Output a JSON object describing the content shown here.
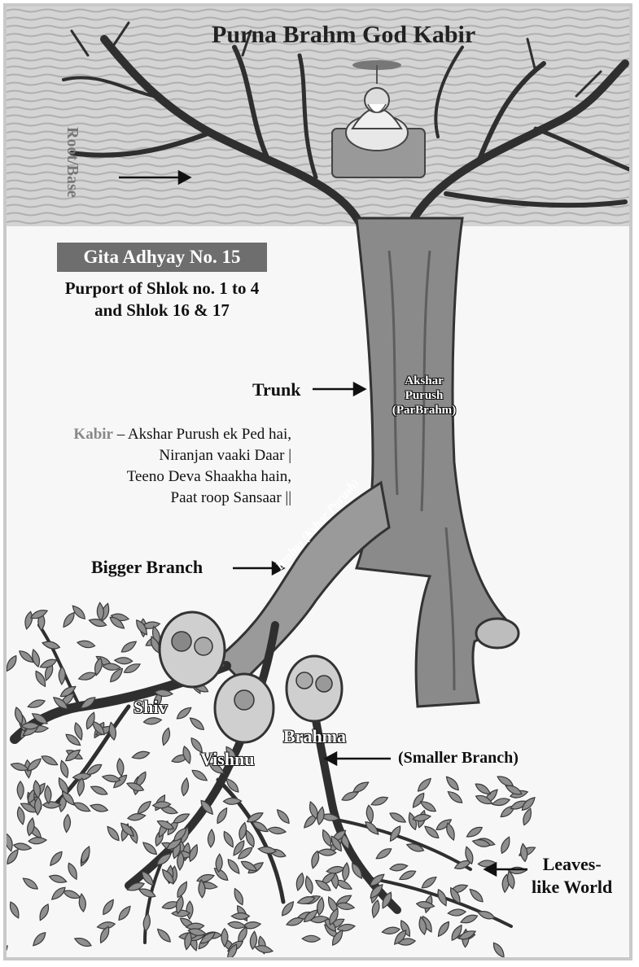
{
  "title": "Purna Brahm God Kabir",
  "root_label": "Root/Base",
  "gita": {
    "badge": "Gita Adhyay No. 15",
    "purport_line1": "Purport of Shlok no. 1 to 4",
    "purport_line2": "and Shlok 16 & 17"
  },
  "labels": {
    "trunk": "Trunk",
    "akshar_line1": "Akshar",
    "akshar_line2": "Purush",
    "akshar_line3": "(ParBrahm)",
    "bigger_branch": "Bigger Branch",
    "brahm_kshar": "Brahm (Kshar Purush)",
    "shiv": "Shiv",
    "vishnu": "Vishnu",
    "brahma": "Brahma",
    "smaller_branch": "(Smaller Branch)",
    "leaves_line1": "Leaves-",
    "leaves_line2": "like World"
  },
  "couplet": {
    "name": "Kabir",
    "line1": " – Akshar Purush ek Ped hai,",
    "line2": "Niranjan vaaki Daar |",
    "line3": "Teeno Deva Shaakha hain,",
    "line4": "Paat roop Sansaar ||"
  },
  "colors": {
    "trunk": "#8a8a8a",
    "branch": "#2f2f2f",
    "leaf": "#8f8f8f",
    "sky": "#c8c8c8",
    "badge": "#6e6e6e"
  }
}
